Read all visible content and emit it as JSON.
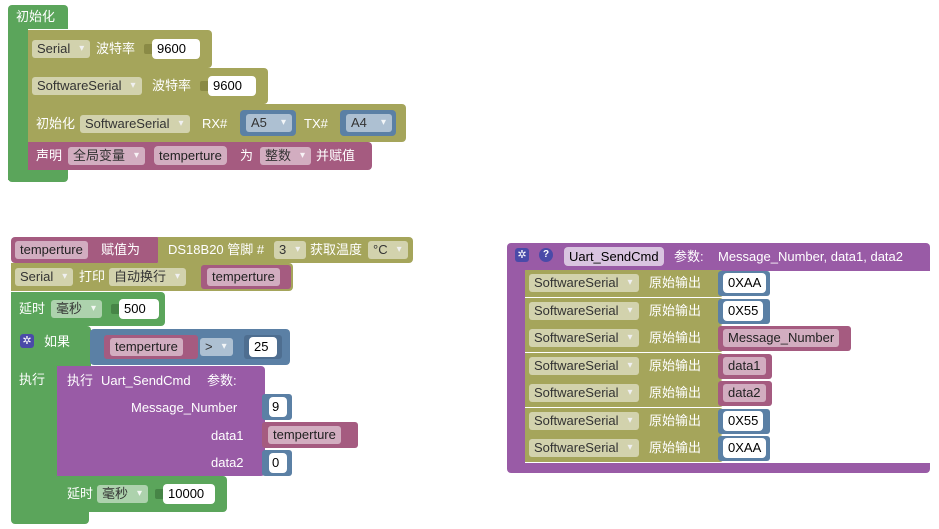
{
  "init_group": {
    "hat_label": "初始化",
    "serial_row": {
      "port": "Serial",
      "label": "波特率",
      "value": "9600"
    },
    "softserial_row": {
      "port": "SoftwareSerial",
      "label": "波特率",
      "value": "9600"
    },
    "init_row": {
      "label": "初始化",
      "port": "SoftwareSerial",
      "rx_label": "RX#",
      "rx_value": "A5",
      "tx_label": "TX#",
      "tx_value": "A4"
    },
    "declare_row": {
      "label": "声明",
      "scope": "全局变量",
      "var_name": "temperture",
      "as_label": "为",
      "type": "整数",
      "assign_label": "并赋值"
    }
  },
  "loop_group": {
    "assign_row": {
      "var": "temperture",
      "label": "赋值为",
      "sensor": "DS18B20 管脚 #",
      "pin": "3",
      "read_label": "获取温度",
      "unit": "°C"
    },
    "print_row": {
      "port": "Serial",
      "label": "打印",
      "mode": "自动换行",
      "var": "temperture"
    },
    "delay_row": {
      "label": "延时",
      "unit": "毫秒",
      "value": "500"
    },
    "if_block": {
      "if_label": "如果",
      "var": "temperture",
      "op": ">",
      "compare_value": "25",
      "do_label": "执行",
      "call_label": "执行",
      "call_name": "Uart_SendCmd",
      "params_label": "参数:",
      "args": [
        {
          "name": "Message_Number",
          "value": "9"
        },
        {
          "name": "data1",
          "value": "temperture"
        },
        {
          "name": "data2",
          "value": "0"
        }
      ],
      "inner_delay": {
        "label": "延时",
        "unit": "毫秒",
        "value": "10000"
      }
    }
  },
  "proc_def": {
    "name": "Uart_SendCmd",
    "params_label": "参数:",
    "params": "Message_Number, data1, data2",
    "rows": [
      {
        "port": "SoftwareSerial",
        "label": "原始输出",
        "value": "0XAA"
      },
      {
        "port": "SoftwareSerial",
        "label": "原始输出",
        "value": "0X55"
      },
      {
        "port": "SoftwareSerial",
        "label": "原始输出",
        "value": "Message_Number"
      },
      {
        "port": "SoftwareSerial",
        "label": "原始输出",
        "value": "data1"
      },
      {
        "port": "SoftwareSerial",
        "label": "原始输出",
        "value": "data2"
      },
      {
        "port": "SoftwareSerial",
        "label": "原始输出",
        "value": "0X55"
      },
      {
        "port": "SoftwareSerial",
        "label": "原始输出",
        "value": "0XAA"
      }
    ]
  },
  "colors": {
    "control_green": "#5ba55b",
    "serial_olive": "#a5a55b",
    "variable_pink": "#a55b80",
    "procedure_purple": "#995ba6",
    "logic_blue": "#5b80a5",
    "icon_indigo": "#4a4aa8"
  }
}
